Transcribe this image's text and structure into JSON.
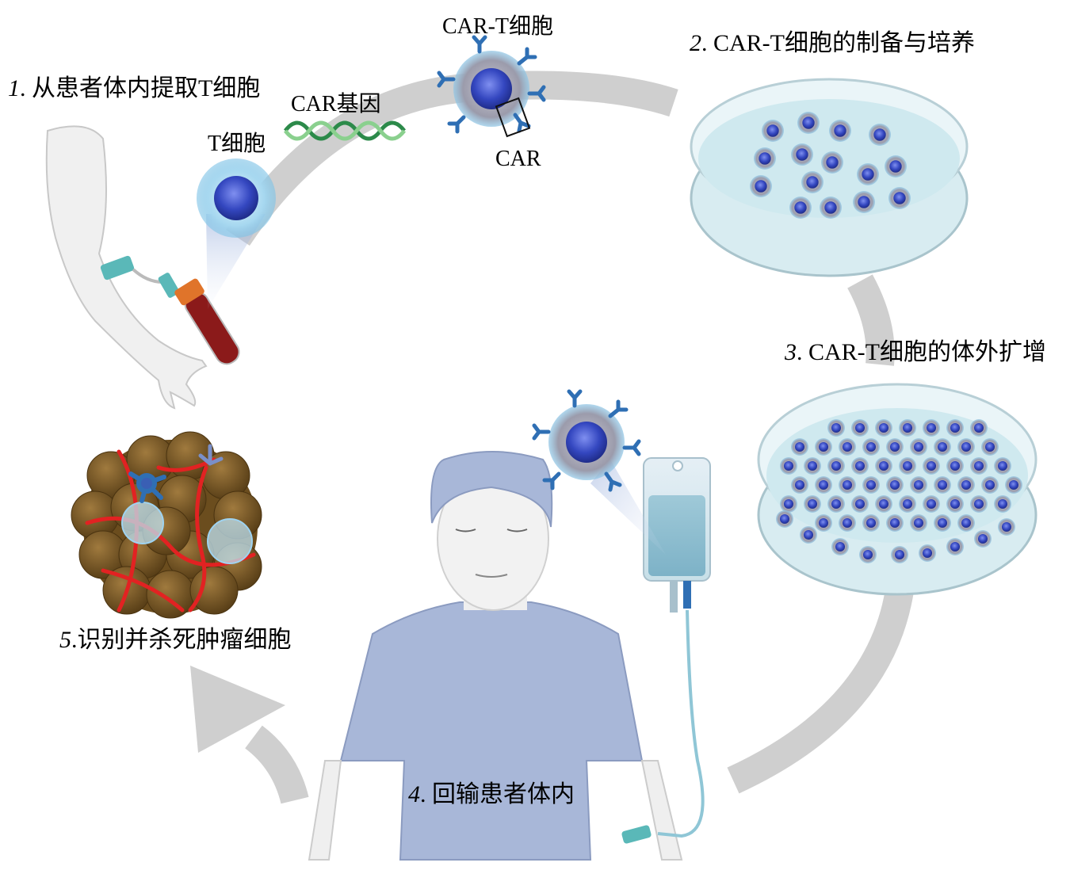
{
  "steps": [
    {
      "num": "1",
      "text": ". 从患者体内提取T细胞"
    },
    {
      "num": "2",
      "text": ". CAR-T细胞的制备与培养"
    },
    {
      "num": "3",
      "text": ". CAR-T细胞的体外扩增"
    },
    {
      "num": "4",
      "text": ". 回输患者体内"
    },
    {
      "num": "5",
      "text": ".识别并杀死肿瘤细胞"
    }
  ],
  "labels": {
    "t_cell": "T细胞",
    "car_gene": "CAR基因",
    "car_t_cell": "CAR-T细胞",
    "car": "CAR"
  },
  "colors": {
    "arrow": "#cfcfcf",
    "cell_nucleus": "#3a4fc4",
    "cell_halo": "#9fd3f0",
    "receptor": "#2f6fb4",
    "dish_liquid": "#cfe9ef",
    "skin": "#efefef",
    "scrubs": "#a8b7d8",
    "blood": "#8b1a1a",
    "tumor": "#7a5a2a",
    "vessel": "#e22222"
  }
}
